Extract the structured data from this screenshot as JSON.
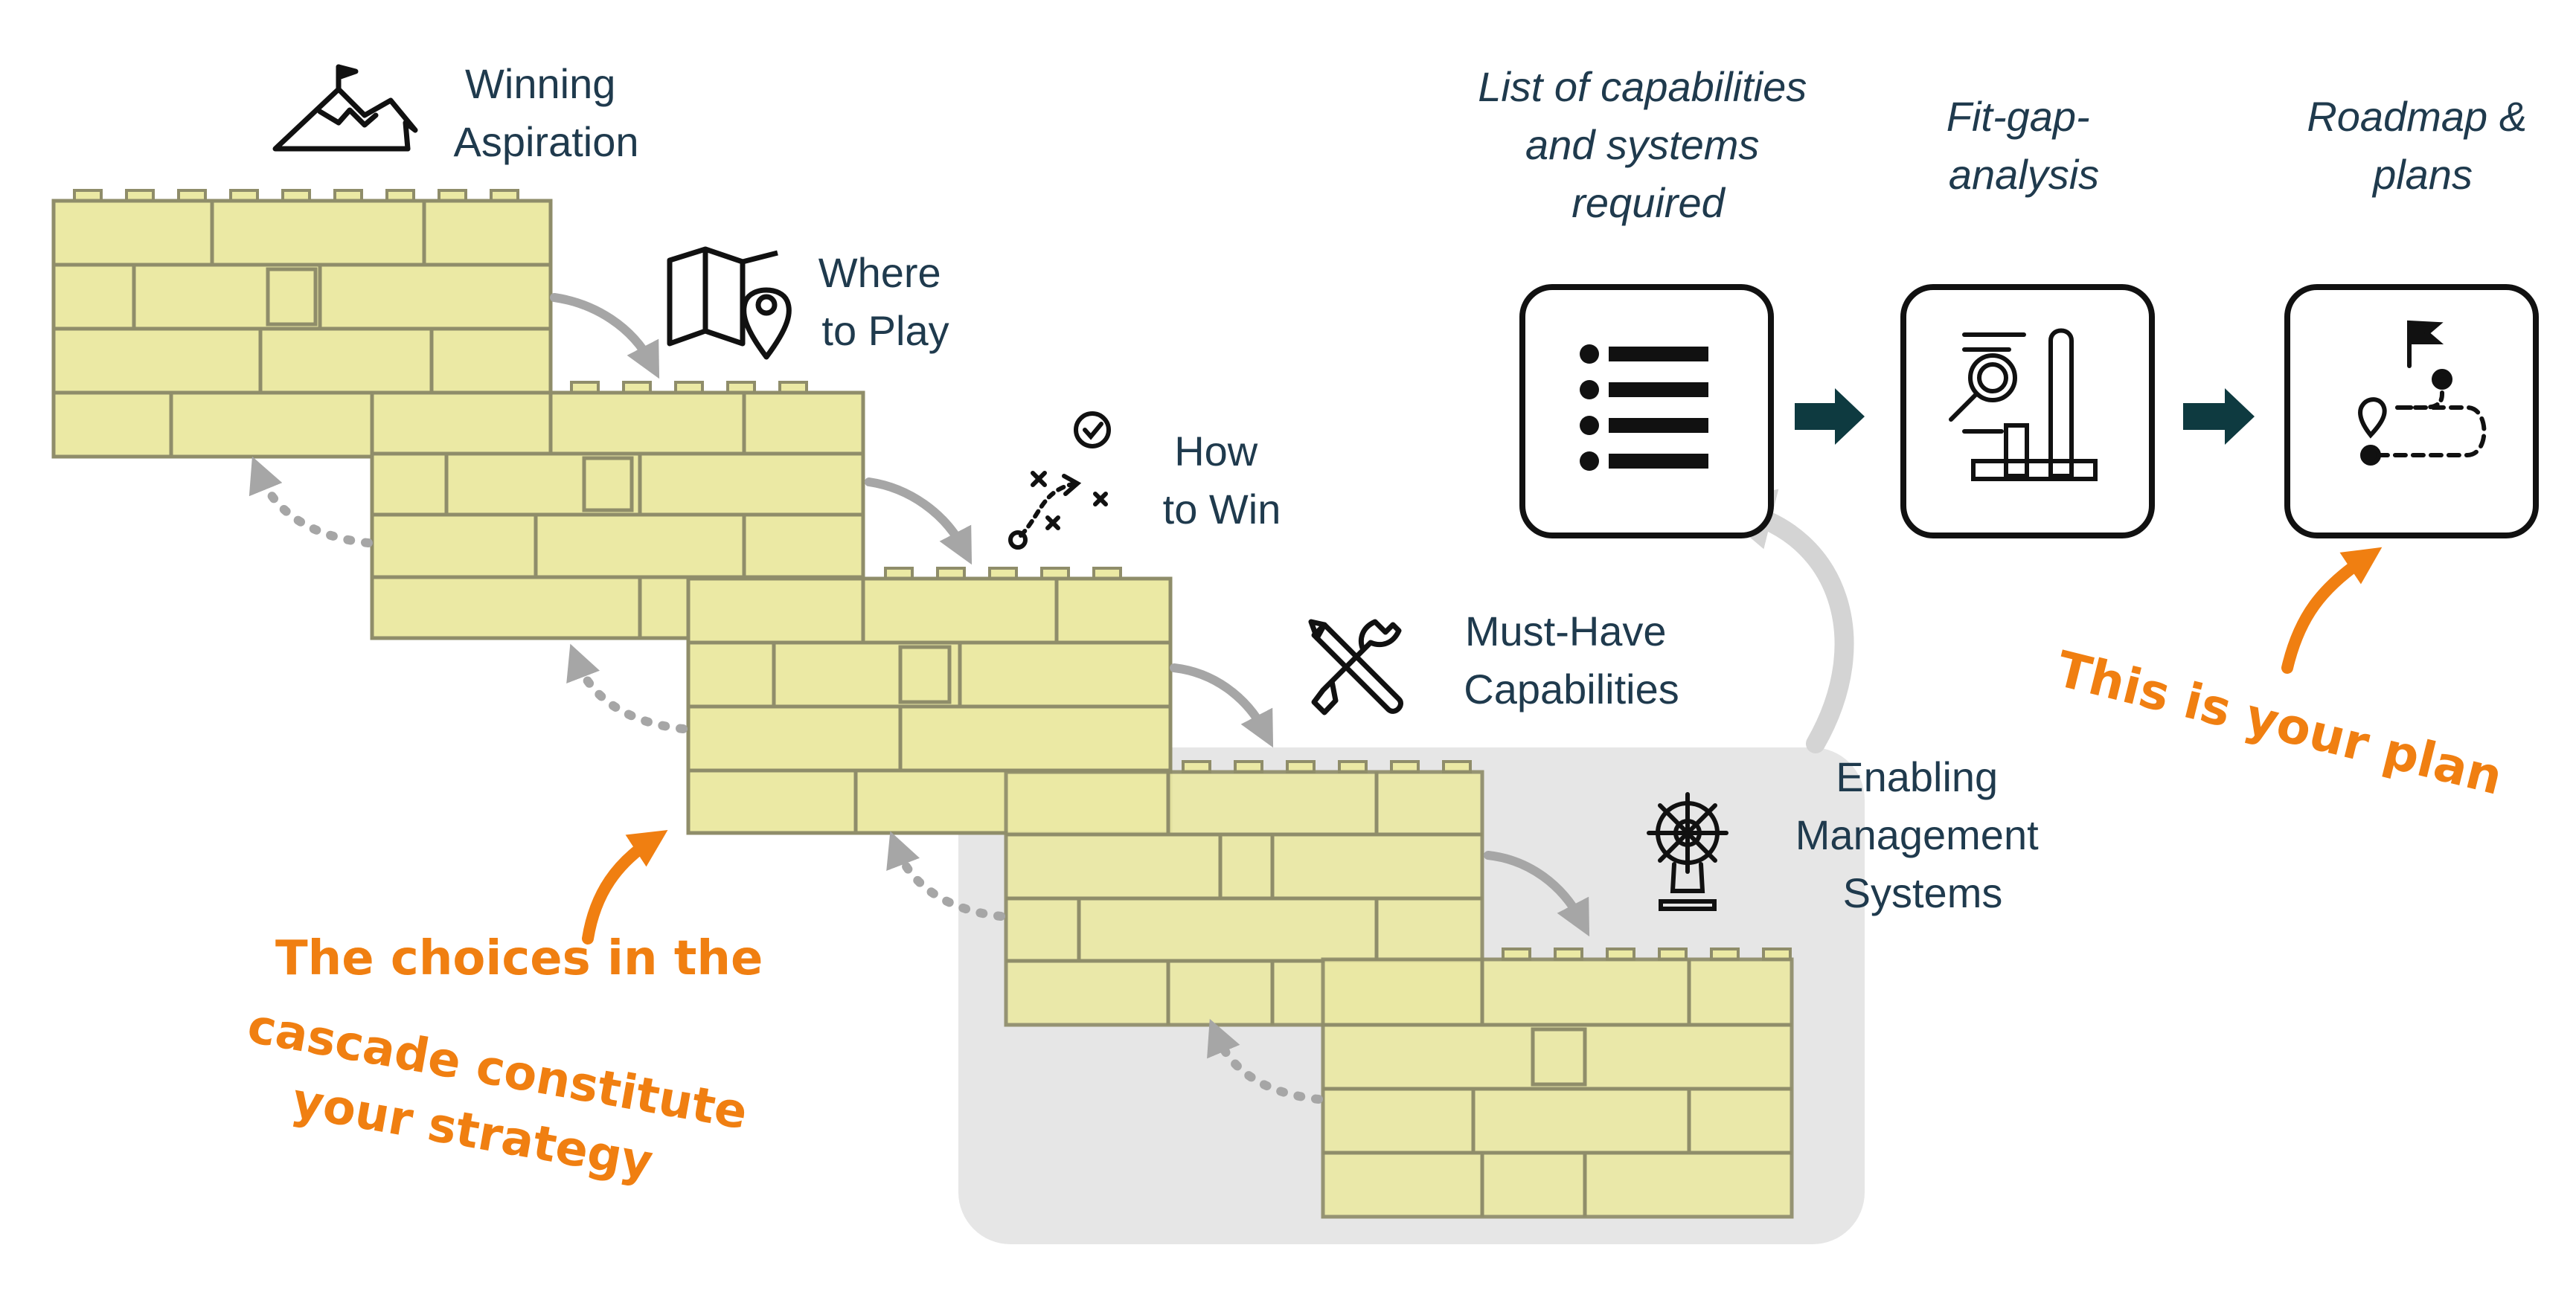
{
  "cascade": {
    "steps": [
      {
        "line1": "Winning",
        "line2": "Aspiration",
        "icon": "mountain-flag-icon"
      },
      {
        "line1": "Where",
        "line2": "to Play",
        "icon": "map-pin-icon"
      },
      {
        "line1": "How",
        "line2": "to Win",
        "icon": "play-strategy-icon"
      },
      {
        "line1": "Must-Have",
        "line2": "Capabilities",
        "icon": "tools-icon"
      },
      {
        "line1": "Enabling",
        "line2": "Management",
        "line3": "Systems",
        "icon": "ship-wheel-icon"
      }
    ],
    "note": {
      "line1": "The choices in the",
      "line2": "cascade constitute",
      "line3": "your strategy"
    }
  },
  "process": {
    "steps": [
      {
        "line1": "List of capabilities",
        "line2": "and systems",
        "line3": "required",
        "icon": "list-icon"
      },
      {
        "line1": "Fit-gap-",
        "line2": "analysis",
        "icon": "analysis-chart-icon"
      },
      {
        "line1": "Roadmap &",
        "line2": "plans",
        "icon": "roadmap-icon"
      }
    ],
    "note": {
      "line1": "This is your plan"
    }
  },
  "colors": {
    "brick_fill": "#ebe9a4",
    "brick_outline": "#8f8d6a",
    "text": "#1f3a4d",
    "accent_orange": "#f07f11",
    "arrow_dark": "#0e3a40",
    "arrow_gray": "#a6a6a6",
    "highlight_gray": "#e6e6e6"
  }
}
